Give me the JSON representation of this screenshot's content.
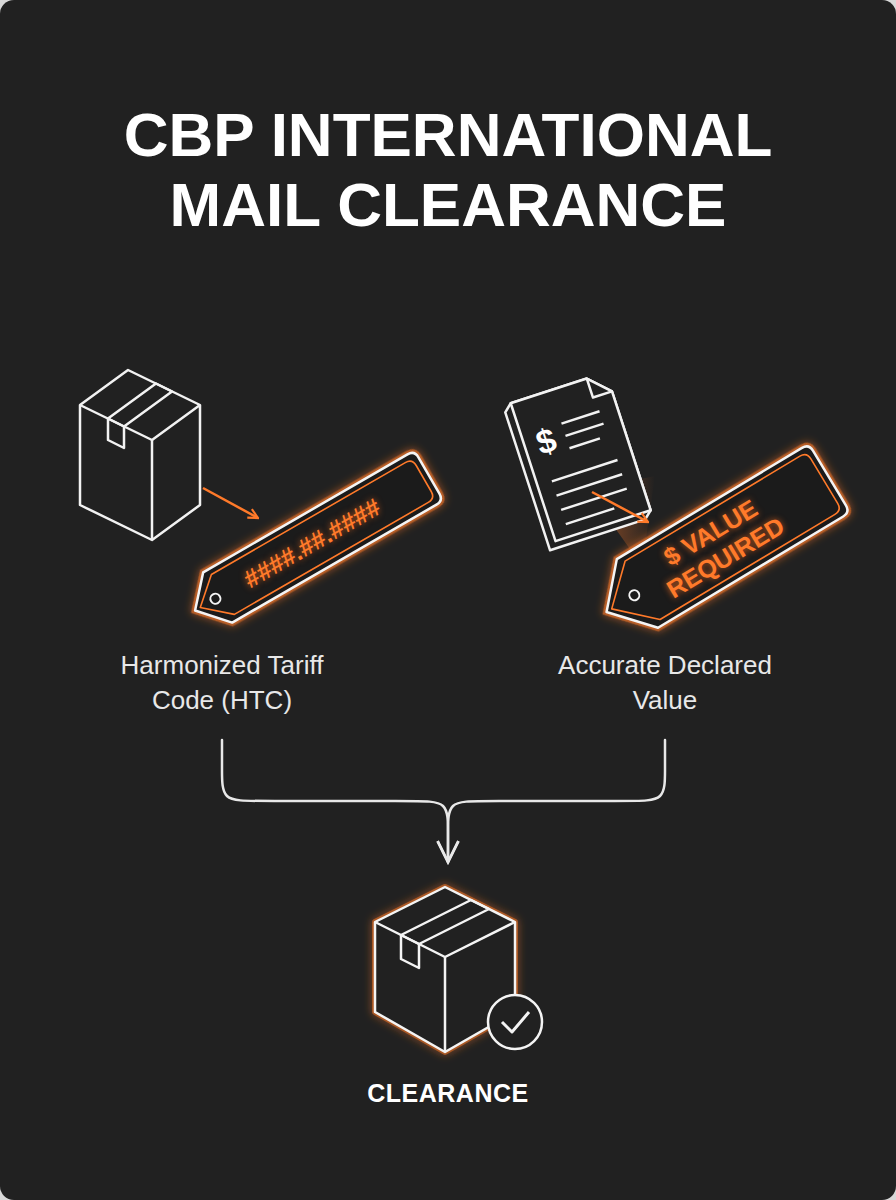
{
  "diagram": {
    "title": "CBP INTERNATIONAL MAIL CLEARANCE",
    "nodes": [
      {
        "text": [
          "####.##.####",
          "Harmonized Tariff Code (HTC)"
        ]
      },
      {
        "text": [
          "$ VALUE REQUIRED",
          "Accurate Declared Value"
        ]
      },
      {
        "text": [
          "CLEARANCE"
        ]
      }
    ],
    "edges": [
      {
        "from": 0,
        "to": 2,
        "arrow": "to"
      },
      {
        "from": 1,
        "to": 2,
        "arrow": "to"
      }
    ],
    "labels": [
      "$"
    ]
  }
}
